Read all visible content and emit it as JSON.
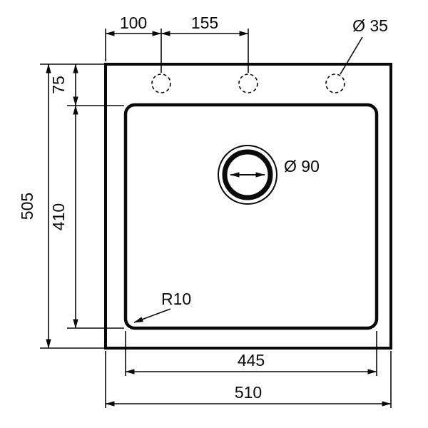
{
  "drawing": {
    "type": "technical-dimension-drawing",
    "subject": "kitchen sink top view with dimension callouts",
    "colors": {
      "line": "#0a0a0a",
      "background": "#ffffff"
    },
    "labels": {
      "edge_to_first_hole": "100",
      "hole_spacing": "155",
      "faucet_hole_diameter": "Ø 35",
      "rim_to_bowl": "75",
      "bowl_height": "410",
      "overall_height": "505",
      "corner_radius": "R10",
      "drain_diameter": "Ø 90",
      "bowl_width": "445",
      "overall_width": "510"
    }
  }
}
